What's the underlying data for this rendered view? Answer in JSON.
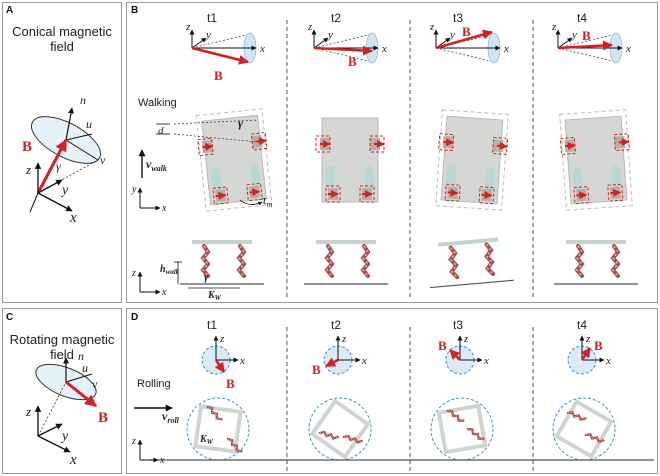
{
  "panels": {
    "A": {
      "label": "A",
      "title_line1": "Conical magnetic",
      "title_line2": "field"
    },
    "B": {
      "label": "B",
      "row_walking": "Walking"
    },
    "C": {
      "label": "C",
      "title_line1": "Rotating magnetic",
      "title_line2": "field"
    },
    "D": {
      "label": "D",
      "row_rolling": "Rolling"
    }
  },
  "time_labels": [
    "t1",
    "t2",
    "t3",
    "t4"
  ],
  "symbols": {
    "B": "B",
    "n": "n",
    "u": "u",
    "v": "v",
    "gamma": "γ",
    "x": "x",
    "y": "y",
    "z": "z",
    "d": "d",
    "v_walk": "v",
    "v_walk_sub": "walk",
    "tau": "τ",
    "tau_sub": "m",
    "h_walk": "h",
    "h_walk_sub": "walk",
    "K_W": "K",
    "K_W_sub": "W",
    "v_roll": "v",
    "v_roll_sub": "roll"
  },
  "colors": {
    "field_red": "#d42020",
    "cone_blue": "#9cc8e6",
    "body_grey": "#d4d7d3",
    "dash_blue": "#3c8fd0"
  }
}
